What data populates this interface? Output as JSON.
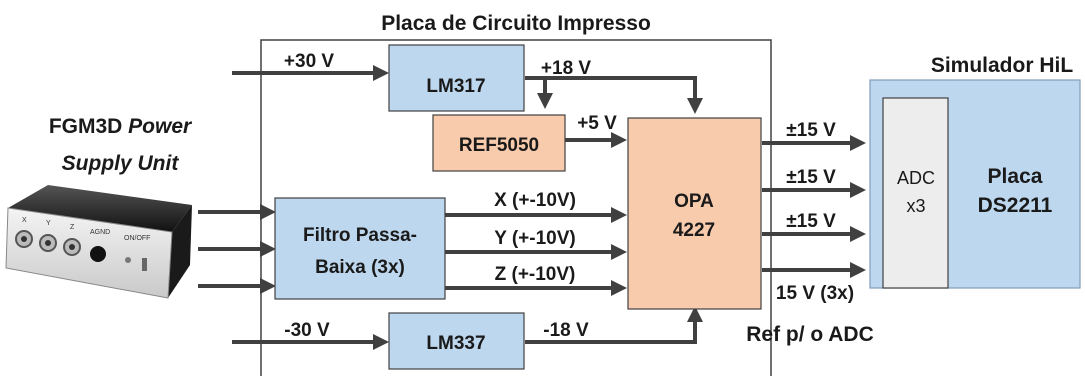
{
  "titles": {
    "pcb": "Placa de Circuito Impresso",
    "hil": "Simulador HiL",
    "psu_line1_a": "FGM3D ",
    "psu_line1_b": "Power",
    "psu_line2": "Supply Unit"
  },
  "blocks": {
    "lm317": "LM317",
    "ref5050": "REF5050",
    "filter_line1": "Filtro Passa-",
    "filter_line2": "Baixa (3x)",
    "opa_line1": "OPA",
    "opa_line2": "4227",
    "lm337": "LM337",
    "adc_line1": "ADC",
    "adc_line2": "x3",
    "ds_line1": "Placa",
    "ds_line2": "DS2211"
  },
  "signals": {
    "plus30": "+30 V",
    "plus18": "+18 V",
    "plus5": "+5 V",
    "x": "X (+-10V)",
    "y": "Y (+-10V)",
    "z": "Z (+-10V)",
    "minus30": "-30 V",
    "minus18": "-18 V",
    "pm15_a": "±15 V",
    "pm15_b": "±15 V",
    "pm15_c": "±15 V",
    "v15x3": "15 V (3x)",
    "ref_adc": "Ref p/ o ADC"
  },
  "device": {
    "x": "X",
    "y": "Y",
    "z": "Z",
    "agnd": "AGND",
    "onoff": "ON/OFF"
  },
  "colors": {
    "block_blue": "#bdd7ee",
    "block_orange": "#f8cbad",
    "adc_gray": "#ededed",
    "arrow": "#404040",
    "pcb_border": "#404040"
  }
}
